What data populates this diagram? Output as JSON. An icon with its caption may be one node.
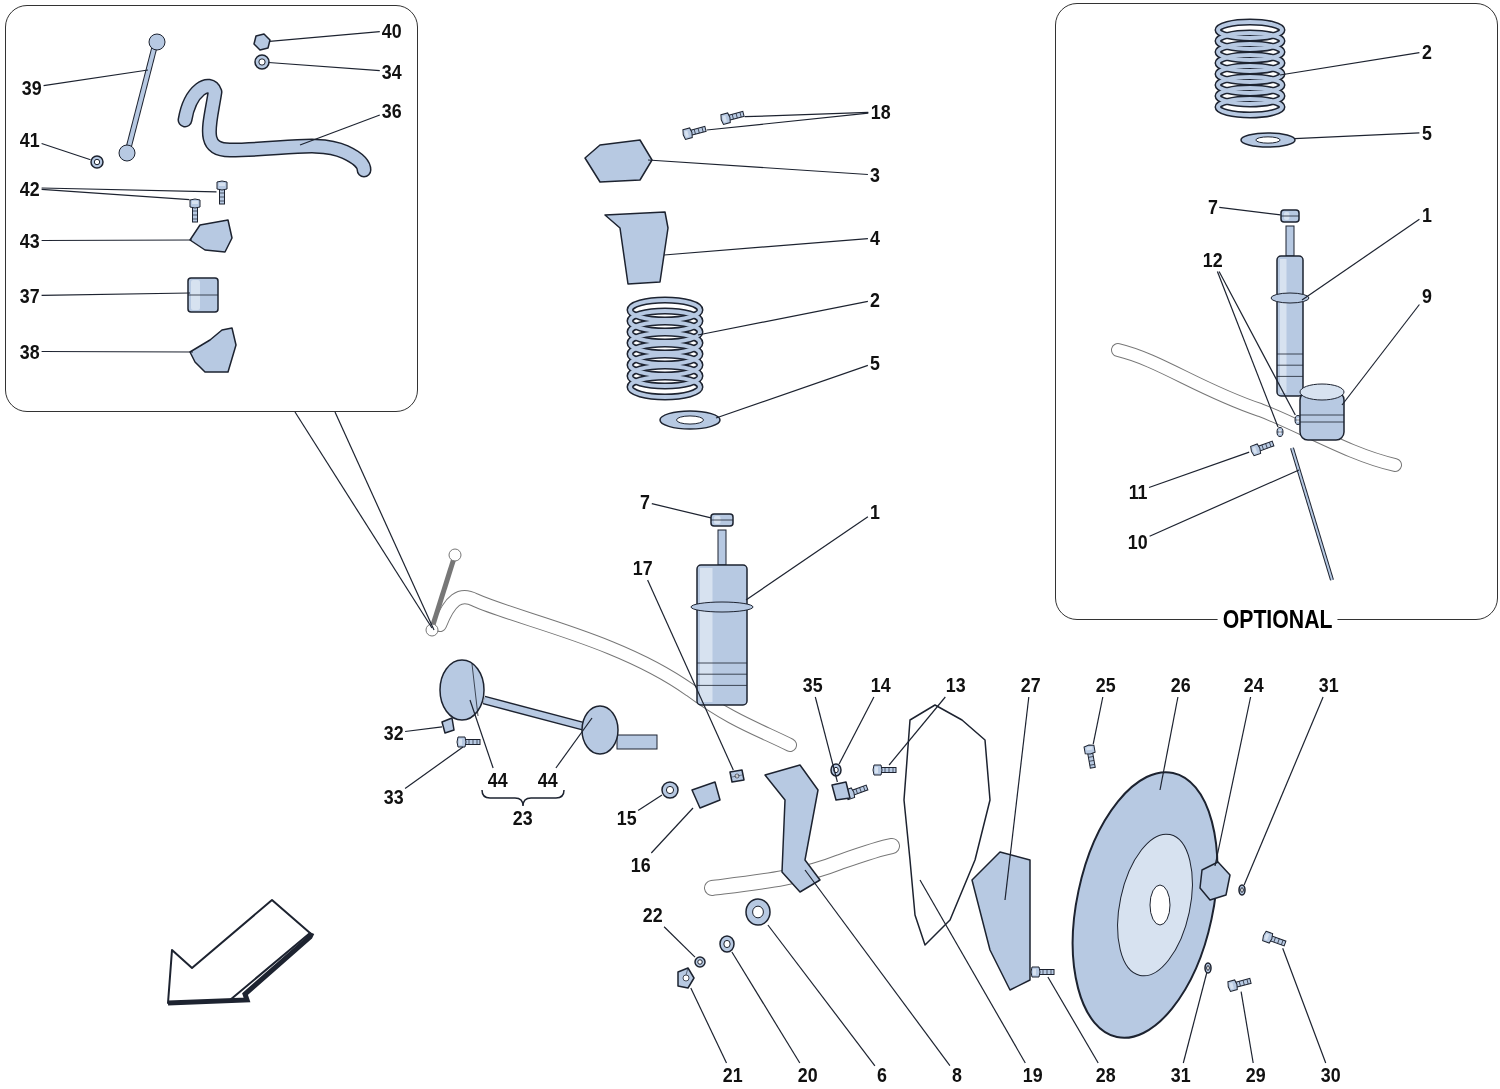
{
  "diagram": {
    "nodes": [
      {
        "text": [],
        "shape": "box"
      },
      {
        "text": [
          "40"
        ],
        "in": 0
      },
      {
        "text": [
          "34"
        ],
        "in": 0
      },
      {
        "text": [
          "39"
        ],
        "in": 0
      },
      {
        "text": [
          "36"
        ],
        "in": 0
      },
      {
        "text": [
          "41"
        ],
        "in": 0
      },
      {
        "text": [
          "42"
        ],
        "in": 0
      },
      {
        "text": [
          "43"
        ],
        "in": 0
      },
      {
        "text": [
          "37"
        ],
        "in": 0
      },
      {
        "text": [
          "38"
        ],
        "in": 0
      },
      {
        "text": [
          "OPTIONAL"
        ]
      },
      {
        "text": [
          "2"
        ],
        "in": 10
      },
      {
        "text": [
          "5"
        ],
        "in": 10
      },
      {
        "text": [
          "7"
        ],
        "in": 10
      },
      {
        "text": [
          "1"
        ],
        "in": 10
      },
      {
        "text": [
          "12"
        ],
        "in": 10
      },
      {
        "text": [
          "9"
        ],
        "in": 10
      },
      {
        "text": [
          "11"
        ],
        "in": 10
      },
      {
        "text": [
          "10"
        ],
        "in": 10
      },
      {
        "text": [
          "18"
        ]
      },
      {
        "text": [
          "3"
        ]
      },
      {
        "text": [
          "4"
        ]
      },
      {
        "text": [
          "2"
        ]
      },
      {
        "text": [
          "5"
        ]
      },
      {
        "text": [
          "7"
        ]
      },
      {
        "text": [
          "1"
        ]
      },
      {
        "text": [
          "17"
        ]
      },
      {
        "text": [
          "35"
        ]
      },
      {
        "text": [
          "14"
        ]
      },
      {
        "text": [
          "13"
        ]
      },
      {
        "text": [
          "27"
        ]
      },
      {
        "text": [
          "25"
        ]
      },
      {
        "text": [
          "26"
        ]
      },
      {
        "text": [
          "24"
        ]
      },
      {
        "text": [
          "31"
        ]
      },
      {
        "text": [
          "32"
        ]
      },
      {
        "text": [
          "33"
        ]
      },
      {
        "text": [
          "44"
        ]
      },
      {
        "text": [
          "44"
        ]
      },
      {
        "text": [
          "15"
        ]
      },
      {
        "text": [
          "16"
        ]
      },
      {
        "text": [
          "22"
        ]
      },
      {
        "text": [
          "21"
        ]
      },
      {
        "text": [
          "20"
        ]
      },
      {
        "text": [
          "6"
        ]
      },
      {
        "text": [
          "8"
        ]
      },
      {
        "text": [
          "19"
        ]
      },
      {
        "text": [
          "28"
        ]
      },
      {
        "text": [
          "31"
        ]
      },
      {
        "text": [
          "29"
        ]
      },
      {
        "text": [
          "30"
        ]
      },
      {
        "text": [],
        "shape": "picture"
      },
      {
        "text": [],
        "shape": "picture",
        "in": 0
      },
      {
        "text": [],
        "shape": "picture",
        "in": 0
      },
      {
        "text": [],
        "shape": "picture",
        "in": 0
      },
      {
        "text": [],
        "shape": "picture",
        "in": 0
      },
      {
        "text": [],
        "shape": "picture",
        "in": 0
      },
      {
        "text": [],
        "shape": "picture",
        "in": 0
      },
      {
        "text": [],
        "shape": "picture",
        "in": 0
      },
      {
        "text": [],
        "shape": "picture",
        "in": 0
      },
      {
        "text": [],
        "shape": "picture",
        "in": 0
      },
      {
        "text": [],
        "shape": "picture",
        "in": 0
      },
      {
        "text": [],
        "shape": "picture",
        "in": 10
      },
      {
        "text": [],
        "shape": "picture",
        "in": 10
      },
      {
        "text": [],
        "shape": "picture",
        "in": 10
      },
      {
        "text": [],
        "shape": "picture",
        "in": 10
      },
      {
        "text": [],
        "shape": "picture",
        "in": 10
      },
      {
        "text": [],
        "shape": "picture",
        "in": 10
      },
      {
        "text": [],
        "shape": "picture",
        "in": 10
      },
      {
        "text": [],
        "shape": "picture",
        "in": 10
      },
      {
        "text": [],
        "shape": "picture",
        "in": 10
      },
      {
        "text": [],
        "shape": "picture"
      },
      {
        "text": [],
        "shape": "picture"
      },
      {
        "text": [],
        "shape": "picture"
      },
      {
        "text": [],
        "shape": "picture"
      },
      {
        "text": [],
        "shape": "picture"
      },
      {
        "text": [],
        "shape": "picture"
      },
      {
        "text": [],
        "shape": "picture"
      },
      {
        "text": [],
        "shape": "picture"
      },
      {
        "text": [],
        "shape": "picture"
      },
      {
        "text": [],
        "shape": "picture"
      },
      {
        "text": [],
        "shape": "picture"
      },
      {
        "text": [],
        "shape": "picture"
      },
      {
        "text": [],
        "shape": "picture"
      },
      {
        "text": [],
        "shape": "picture"
      },
      {
        "text": [],
        "shape": "picture"
      },
      {
        "text": [],
        "shape": "picture"
      },
      {
        "text": [],
        "shape": "picture"
      },
      {
        "text": [],
        "shape": "picture"
      },
      {
        "text": [],
        "shape": "picture"
      },
      {
        "text": [],
        "shape": "picture"
      },
      {
        "text": [],
        "shape": "picture"
      },
      {
        "text": [],
        "shape": "picture"
      },
      {
        "text": [],
        "shape": "picture"
      },
      {
        "text": [],
        "shape": "picture"
      },
      {
        "text": [],
        "shape": "picture"
      },
      {
        "text": [],
        "shape": "picture"
      },
      {
        "text": [],
        "shape": "picture"
      },
      {
        "text": [],
        "shape": "picture"
      },
      {
        "text": [],
        "shape": "picture"
      },
      {
        "text": [],
        "shape": "picture"
      },
      {
        "text": [],
        "shape": "picture"
      },
      {
        "text": [],
        "shape": "picture"
      },
      {
        "text": [],
        "shape": "picture"
      }
    ],
    "edges": [
      {
        "from": 0,
        "to": 51,
        "arrow": "none"
      },
      {
        "from": 0,
        "to": 51,
        "arrow": "none"
      },
      {
        "from": 1,
        "to": 52,
        "arrow": "none"
      },
      {
        "from": 2,
        "to": 53,
        "arrow": "none"
      },
      {
        "from": 3,
        "to": 54,
        "arrow": "none"
      },
      {
        "from": 4,
        "to": 55,
        "arrow": "none"
      },
      {
        "from": 5,
        "to": 56,
        "arrow": "none"
      },
      {
        "from": 6,
        "to": 57,
        "arrow": "none"
      },
      {
        "from": 6,
        "to": 58,
        "arrow": "none"
      },
      {
        "from": 7,
        "to": 59,
        "arrow": "none"
      },
      {
        "from": 8,
        "to": 60,
        "arrow": "none"
      },
      {
        "from": 9,
        "to": 61,
        "arrow": "none"
      },
      {
        "from": 11,
        "to": 62,
        "arrow": "none"
      },
      {
        "from": 12,
        "to": 63,
        "arrow": "none"
      },
      {
        "from": 13,
        "to": 64,
        "arrow": "none"
      },
      {
        "from": 14,
        "to": 65,
        "arrow": "none"
      },
      {
        "from": 15,
        "to": 66,
        "arrow": "none"
      },
      {
        "from": 15,
        "to": 67,
        "arrow": "none"
      },
      {
        "from": 16,
        "to": 68,
        "arrow": "none"
      },
      {
        "from": 17,
        "to": 69,
        "arrow": "none"
      },
      {
        "from": 18,
        "to": 70,
        "arrow": "none"
      },
      {
        "from": 19,
        "to": 71,
        "arrow": "none"
      },
      {
        "from": 19,
        "to": 72,
        "arrow": "none"
      },
      {
        "from": 20,
        "to": 73,
        "arrow": "none"
      },
      {
        "from": 21,
        "to": 74,
        "arrow": "none"
      },
      {
        "from": 22,
        "to": 75,
        "arrow": "none"
      },
      {
        "from": 23,
        "to": 76,
        "arrow": "none"
      },
      {
        "from": 24,
        "to": 77,
        "arrow": "none"
      },
      {
        "from": 25,
        "to": 78,
        "arrow": "none"
      },
      {
        "from": 26,
        "to": 79,
        "arrow": "none"
      },
      {
        "from": 27,
        "to": 80,
        "arrow": "none"
      },
      {
        "from": 28,
        "to": 81,
        "arrow": "none"
      },
      {
        "from": 29,
        "to": 82,
        "arrow": "none"
      },
      {
        "from": 30,
        "to": 83,
        "arrow": "none"
      },
      {
        "from": 31,
        "to": 84,
        "arrow": "none"
      },
      {
        "from": 32,
        "to": 85,
        "arrow": "none"
      },
      {
        "from": 33,
        "to": 86,
        "arrow": "none"
      },
      {
        "from": 34,
        "to": 87,
        "arrow": "none"
      },
      {
        "from": 35,
        "to": 88,
        "arrow": "none"
      },
      {
        "from": 36,
        "to": 89,
        "arrow": "none"
      },
      {
        "from": 37,
        "to": 90,
        "arrow": "none"
      },
      {
        "from": 38,
        "to": 91,
        "arrow": "none"
      },
      {
        "from": 39,
        "to": 92,
        "arrow": "none"
      },
      {
        "from": 40,
        "to": 93,
        "arrow": "none"
      },
      {
        "from": 41,
        "to": 94,
        "arrow": "none"
      },
      {
        "from": 42,
        "to": 95,
        "arrow": "none"
      },
      {
        "from": 43,
        "to": 96,
        "arrow": "none"
      },
      {
        "from": 44,
        "to": 97,
        "arrow": "none"
      },
      {
        "from": 45,
        "to": 98,
        "arrow": "none"
      },
      {
        "from": 46,
        "to": 99,
        "arrow": "none"
      },
      {
        "from": 47,
        "to": 100,
        "arrow": "none"
      },
      {
        "from": 48,
        "to": 101,
        "arrow": "none"
      },
      {
        "from": 49,
        "to": 102,
        "arrow": "none"
      },
      {
        "from": 50,
        "to": 103,
        "arrow": "none"
      }
    ],
    "labels": [
      "23"
    ]
  }
}
